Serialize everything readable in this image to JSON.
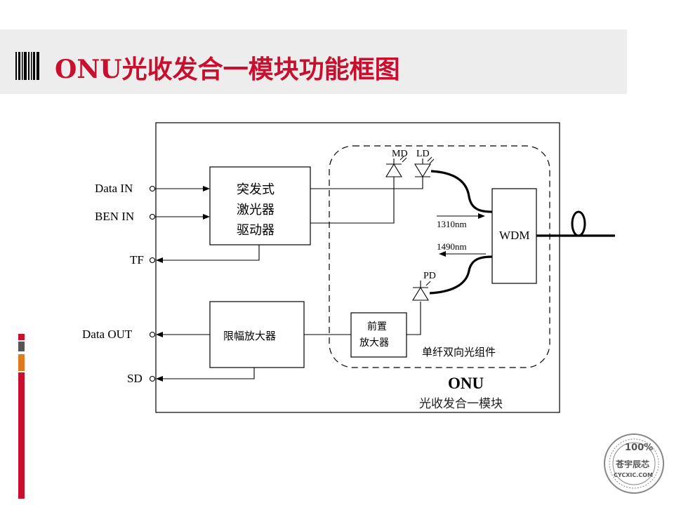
{
  "header": {
    "title": "ONU光收发合一模块功能框图"
  },
  "ports": {
    "data_in": "Data IN",
    "ben_in": "BEN IN",
    "tf": "TF",
    "data_out": "Data OUT",
    "sd": "SD"
  },
  "blocks": {
    "driver_line1": "突发式",
    "driver_line2": "激光器",
    "driver_line3": "驱动器",
    "limiter": "限幅放大器",
    "preamp_line1": "前置",
    "preamp_line2": "放大器",
    "wdm": "WDM"
  },
  "components": {
    "md": "MD",
    "ld": "LD",
    "pd": "PD",
    "wl_1310": "1310nm",
    "wl_1490": "1490nm",
    "bosa_label": "单纤双向光组件"
  },
  "module": {
    "name": "ONU",
    "subtitle": "光收发合一模块"
  },
  "watermark": {
    "percent": "100%",
    "brand": "苍宇辰芯",
    "site": "CYCXIC.COM"
  },
  "colors": {
    "title_red": "#c8102e",
    "stripe_red": "#c8102e",
    "stripe_gray": "#555555",
    "stripe_orange": "#e07a1f"
  }
}
